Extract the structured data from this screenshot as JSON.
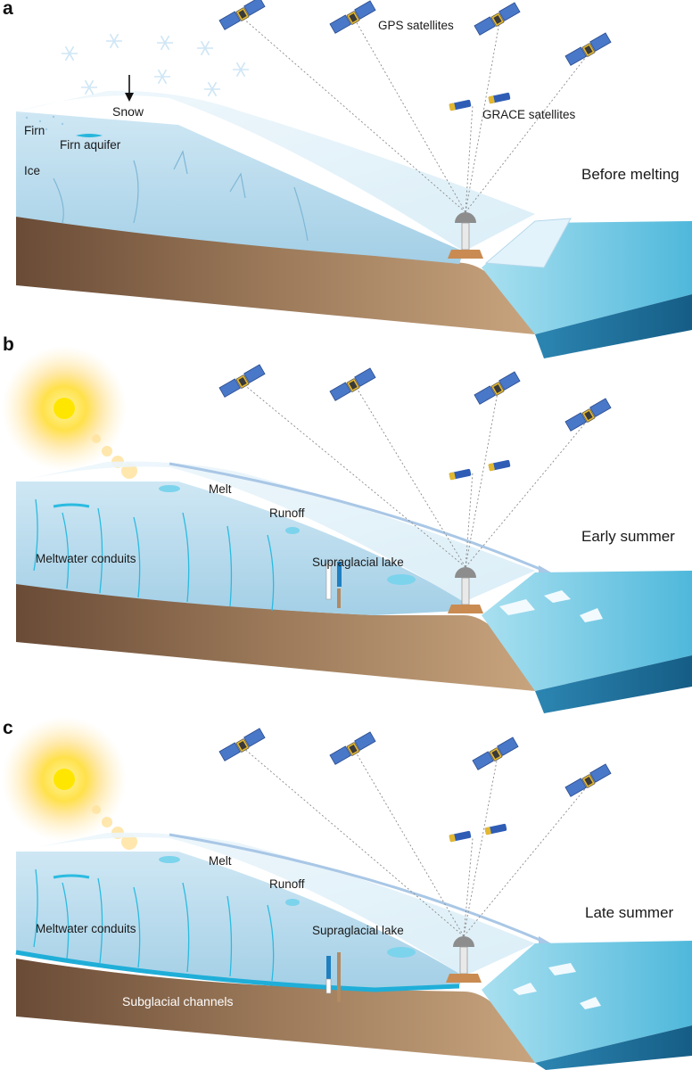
{
  "panels": [
    {
      "letter": "a",
      "season": "Before melting",
      "labels": {
        "snow": "Snow",
        "firn": "Firn",
        "firn_aquifer": "Firn aquifer",
        "ice": "Ice",
        "gps": "GPS satellites",
        "grace": "GRACE satellites"
      }
    },
    {
      "letter": "b",
      "season": "Early summer",
      "labels": {
        "melt": "Melt",
        "runoff": "Runoff",
        "conduits": "Meltwater conduits",
        "lake": "Supraglacial lake"
      }
    },
    {
      "letter": "c",
      "season": "Late summer",
      "labels": {
        "melt": "Melt",
        "runoff": "Runoff",
        "conduits": "Meltwater conduits",
        "lake": "Supraglacial lake",
        "subglacial": "Subglacial channels"
      }
    }
  ],
  "colors": {
    "ice_top": "#e6f3fa",
    "ice_body": "#b9dcef",
    "bedrock": "#8a6a4f",
    "ocean_top": "#7fd0ea",
    "ocean_side": "#1f6f99",
    "meltwater": "#27b6dc",
    "sun": "#ffd400"
  }
}
